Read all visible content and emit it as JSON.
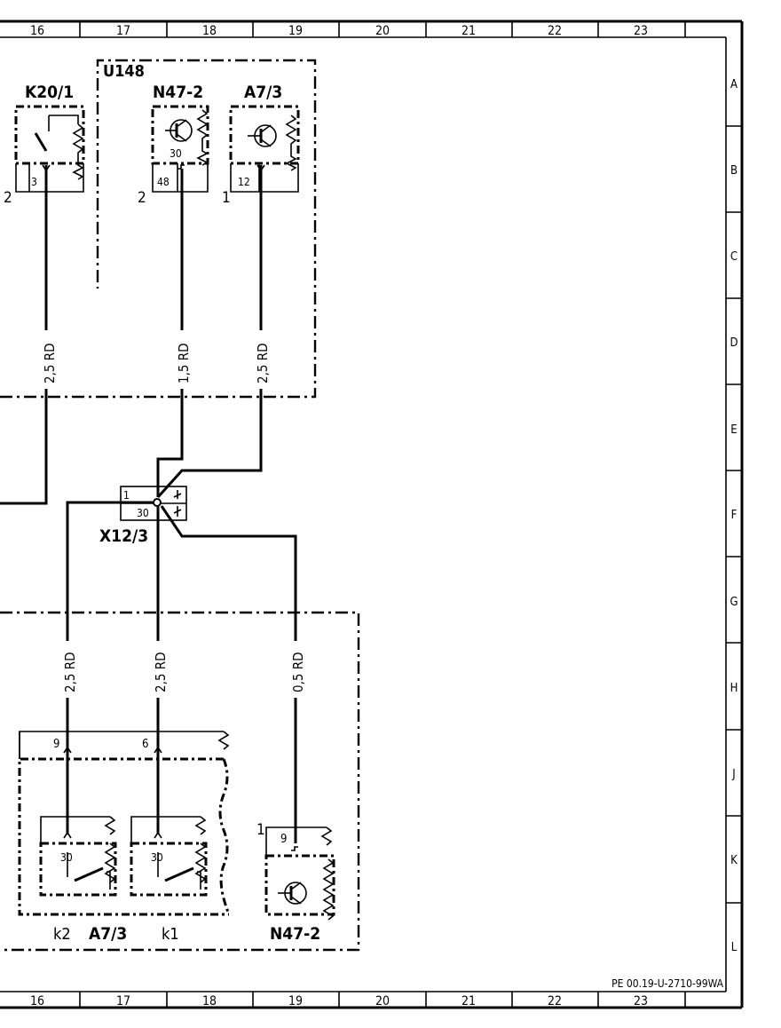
{
  "columns": [
    "16",
    "17",
    "18",
    "19",
    "20",
    "21",
    "22",
    "23"
  ],
  "rows": [
    "A",
    "B",
    "C",
    "D",
    "E",
    "F",
    "G",
    "H",
    "J",
    "K",
    "L"
  ],
  "drawing_number": "PE 00.19-U-2710-99WA",
  "components": {
    "k20_1": {
      "name": "K20/1",
      "pin": "3",
      "side": "2"
    },
    "u148": {
      "name": "U148"
    },
    "n47_2_top": {
      "name": "N47-2",
      "pin": "48",
      "inner": "30",
      "side": "2"
    },
    "a7_3_top": {
      "name": "A7/3",
      "pin": "12",
      "side": "1"
    },
    "x12_3": {
      "name": "X12/3",
      "pin_a": "1",
      "pin_b": "30"
    },
    "a7_3_bottom": {
      "name": "A7/3",
      "pin_left": "9",
      "pin_right": "6",
      "k2": "k2",
      "k1": "k1",
      "inner_left": "30",
      "inner_right": "30"
    },
    "n47_2_bottom": {
      "name": "N47-2",
      "pin": "9",
      "side": "1"
    }
  },
  "wires": {
    "w1": "2,5 RD",
    "w2": "1,5 RD",
    "w3": "2,5 RD",
    "w4": "2,5 RD",
    "w5": "2,5 RD",
    "w6": "0,5 RD"
  }
}
